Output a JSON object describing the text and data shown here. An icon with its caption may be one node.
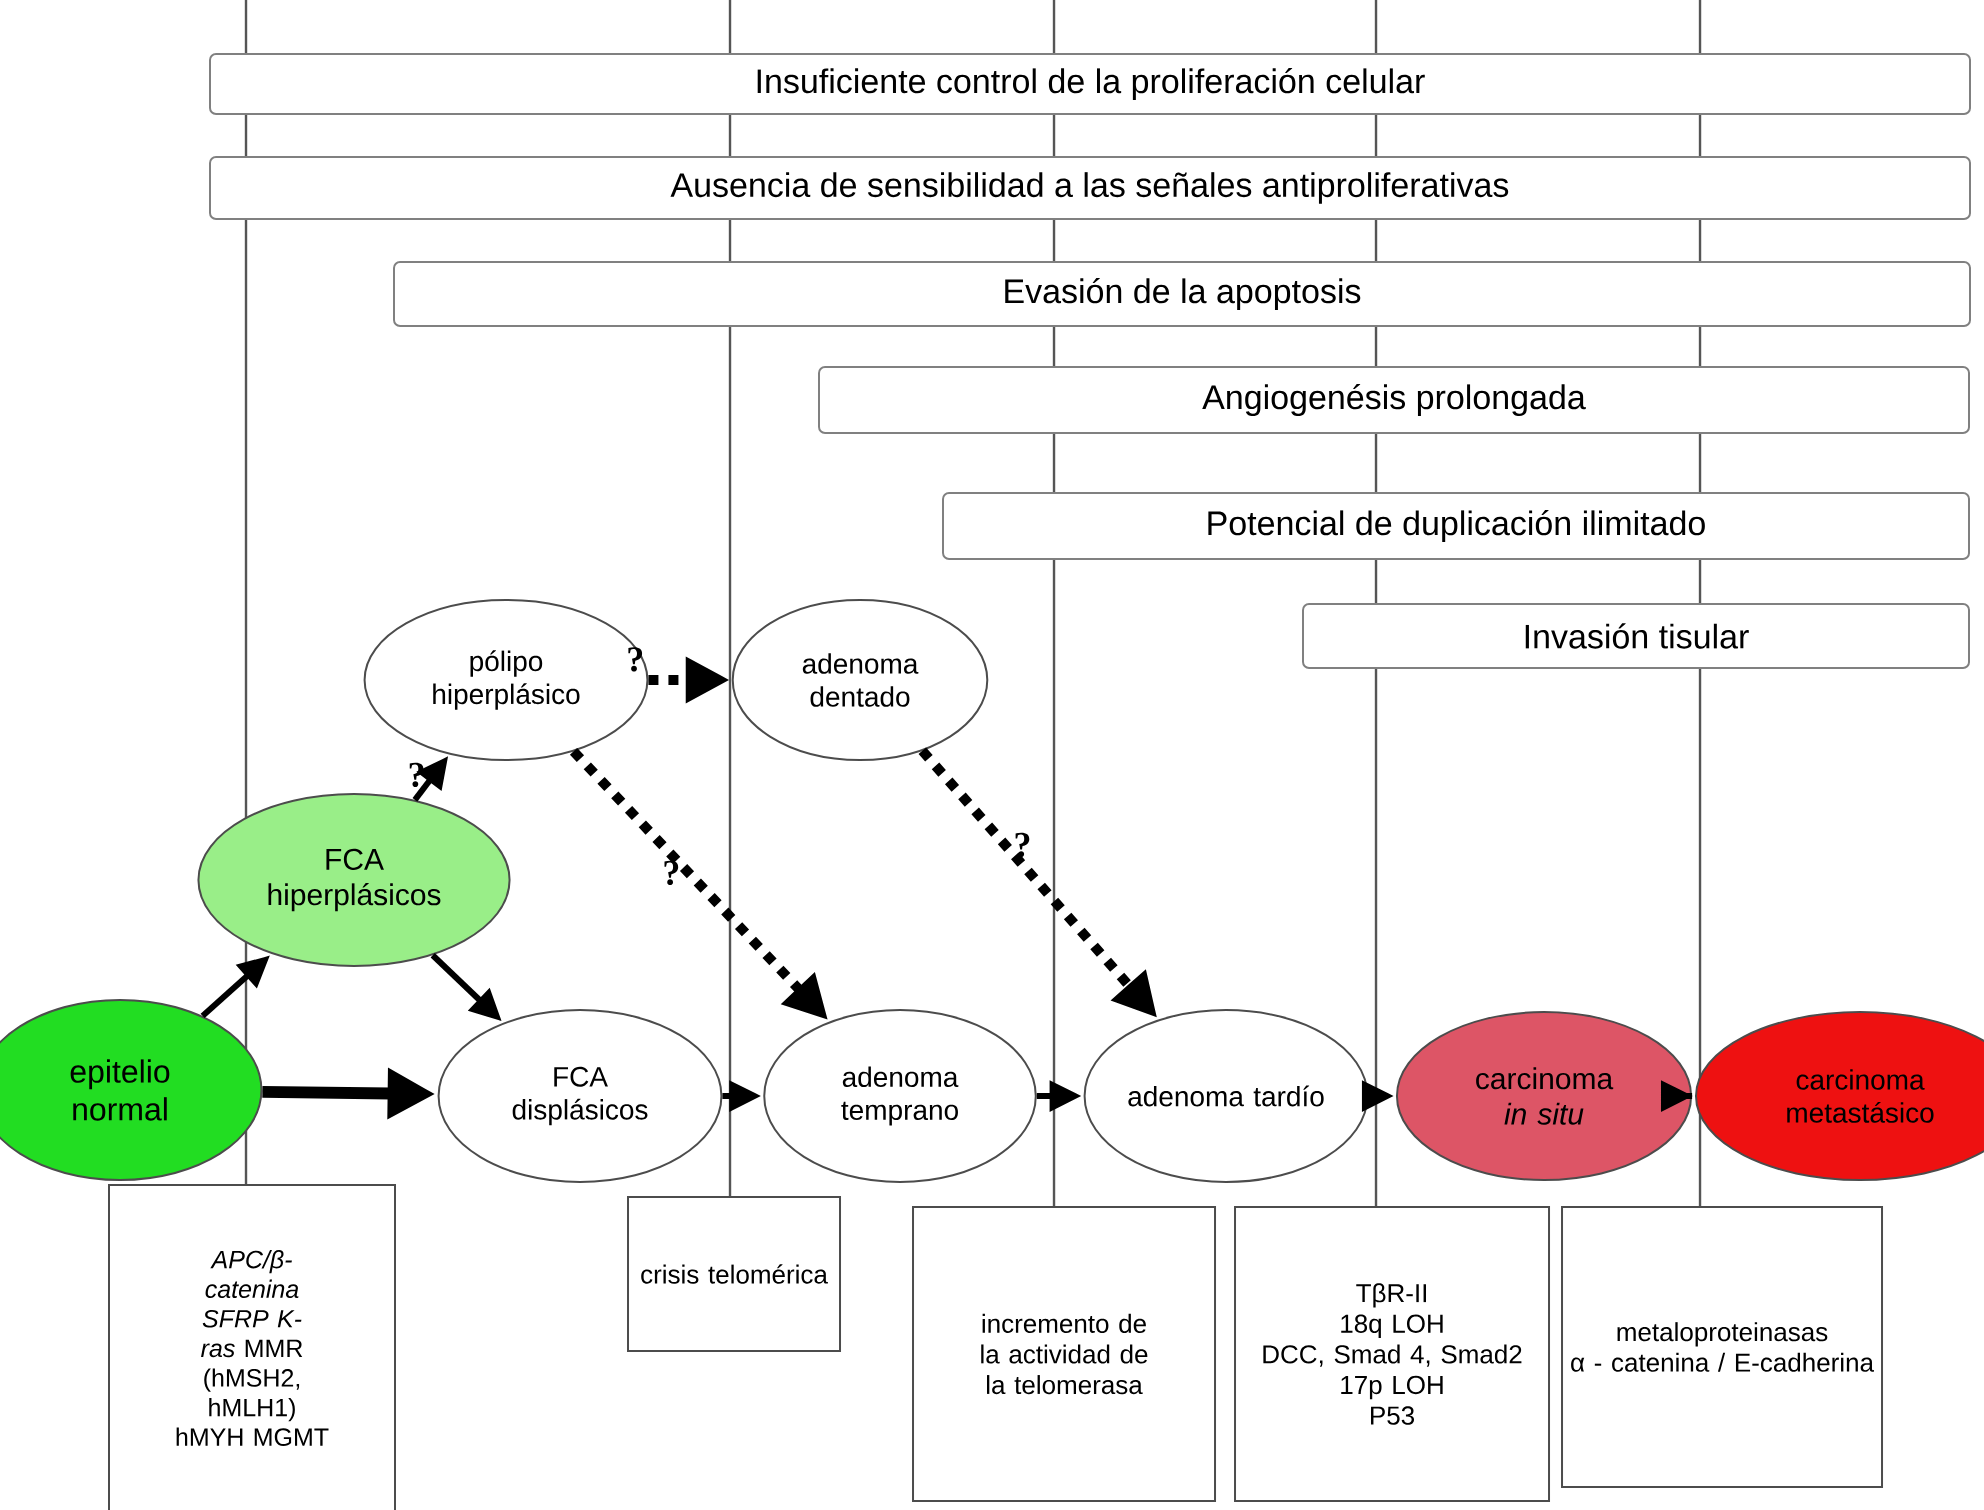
{
  "diagram": {
    "nodes": [
      {
        "text": [
          "Insuficiente control de la proliferación celular"
        ]
      },
      {
        "text": [
          "Ausencia de sensibilidad a las señales antiproliferativas"
        ]
      },
      {
        "text": [
          "Evasión de la apoptosis"
        ]
      },
      {
        "text": [
          "Angiogenésis prolongada"
        ]
      },
      {
        "text": [
          "Potencial de duplicación ilimitado"
        ]
      },
      {
        "text": [
          "Invasión tisular"
        ]
      },
      {
        "text": [
          "pólipo hiperplásico"
        ]
      },
      {
        "text": [
          "adenoma dentado"
        ]
      },
      {
        "text": [
          "FCA hiperplásicos"
        ]
      },
      {
        "text": [
          "epitelio normal"
        ]
      },
      {
        "text": [
          "FCA displásicos"
        ]
      },
      {
        "text": [
          "adenoma temprano"
        ]
      },
      {
        "text": [
          "adenoma tardío"
        ]
      },
      {
        "text": [
          "carcinoma *in situ*"
        ]
      },
      {
        "text": [
          "carcinoma metastásico"
        ]
      },
      {
        "text": [
          "*APC/β-catenina SFRP K-ras* MMR (hMSH2, hMLH1) hMYH MGMT"
        ]
      },
      {
        "text": [
          "crisis telomérica"
        ]
      },
      {
        "text": [
          "incremento de la actividad de la telomerasa"
        ]
      },
      {
        "text": [
          "TβR-II",
          "18q LOH",
          "DCC, Smad 4, Smad2",
          "17p LOH",
          "P53"
        ]
      },
      {
        "text": [
          "metaloproteinasas",
          "α - catenina / E-cadherina"
        ]
      }
    ],
    "edges": [
      {
        "from": 9,
        "to": 8,
        "arrow": "to"
      },
      {
        "from": 9,
        "to": 10,
        "arrow": "to",
        "style": "thick"
      },
      {
        "from": 8,
        "to": 6,
        "arrow": "to",
        "label": "?"
      },
      {
        "from": 8,
        "to": 10,
        "arrow": "to"
      },
      {
        "from": 6,
        "to": 7,
        "arrow": "to",
        "style": "dashed",
        "label": "?"
      },
      {
        "from": 6,
        "to": 11,
        "arrow": "to",
        "style": "dashed",
        "label": "?"
      },
      {
        "from": 7,
        "to": 12,
        "arrow": "to",
        "style": "dashed",
        "label": "?"
      },
      {
        "from": 10,
        "to": 11,
        "arrow": "to"
      },
      {
        "from": 11,
        "to": 12,
        "arrow": "to"
      },
      {
        "from": 12,
        "to": 13,
        "arrow": "to"
      },
      {
        "from": 13,
        "to": 14,
        "arrow": "to"
      }
    ]
  }
}
